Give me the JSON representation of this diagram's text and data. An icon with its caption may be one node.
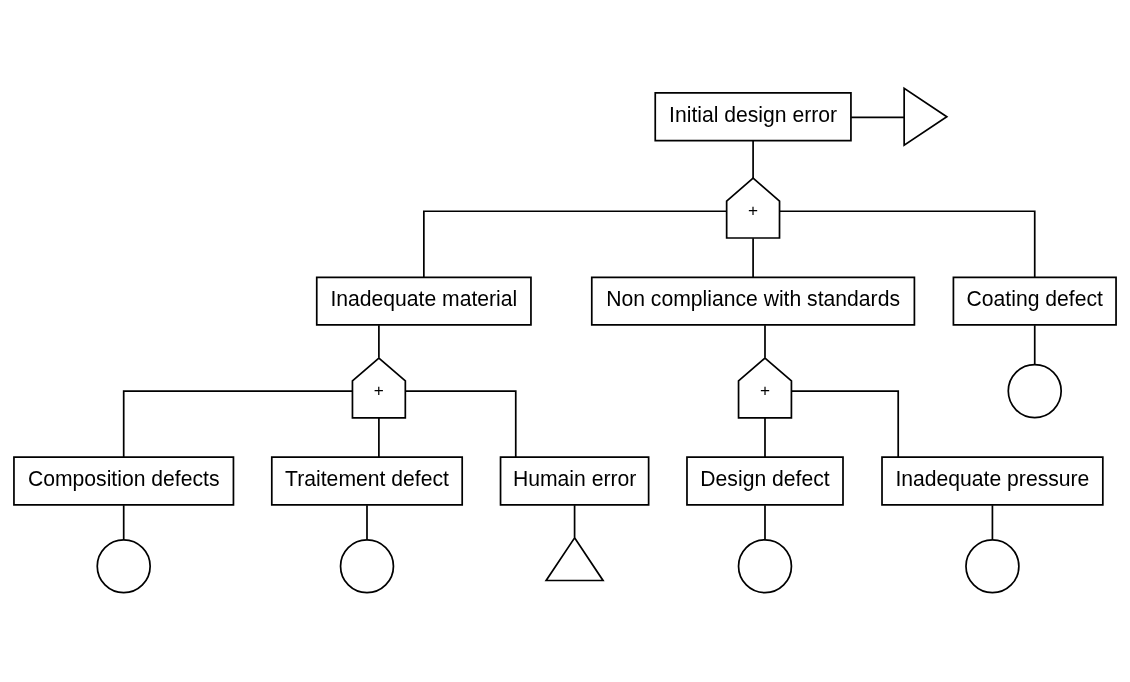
{
  "diagram": {
    "nodes": [
      {
        "text": [
          "Initial design error"
        ]
      },
      {
        "text": [],
        "shape": "triangle"
      },
      {
        "text": [
          "+"
        ]
      },
      {
        "text": [
          "Inadequate material"
        ]
      },
      {
        "text": [
          "Non compliance with standards"
        ]
      },
      {
        "text": [
          "Coating defect"
        ]
      },
      {
        "text": [],
        "shape": "circle"
      },
      {
        "text": [
          "+"
        ]
      },
      {
        "text": [
          "+"
        ]
      },
      {
        "text": [
          "Composition defects"
        ]
      },
      {
        "text": [
          "Traitement defect"
        ]
      },
      {
        "text": [
          "Humain error"
        ]
      },
      {
        "text": [
          "Design defect"
        ]
      },
      {
        "text": [
          "Inadequate pressure"
        ]
      },
      {
        "text": [],
        "shape": "circle"
      },
      {
        "text": [],
        "shape": "circle"
      },
      {
        "text": [],
        "shape": "triangle"
      },
      {
        "text": [],
        "shape": "circle"
      },
      {
        "text": [],
        "shape": "circle"
      }
    ],
    "edges": [
      {
        "from": 0,
        "to": 1,
        "arrow": "none"
      },
      {
        "from": 0,
        "to": 2,
        "arrow": "none"
      },
      {
        "from": 2,
        "to": 3,
        "arrow": "none"
      },
      {
        "from": 2,
        "to": 4,
        "arrow": "none"
      },
      {
        "from": 2,
        "to": 5,
        "arrow": "none"
      },
      {
        "from": 5,
        "to": 6,
        "arrow": "none"
      },
      {
        "from": 3,
        "to": 7,
        "arrow": "none"
      },
      {
        "from": 4,
        "to": 8,
        "arrow": "none"
      },
      {
        "from": 7,
        "to": 9,
        "arrow": "none"
      },
      {
        "from": 7,
        "to": 10,
        "arrow": "none"
      },
      {
        "from": 7,
        "to": 11,
        "arrow": "none"
      },
      {
        "from": 8,
        "to": 12,
        "arrow": "none"
      },
      {
        "from": 8,
        "to": 13,
        "arrow": "none"
      },
      {
        "from": 9,
        "to": 14,
        "arrow": "none"
      },
      {
        "from": 10,
        "to": 15,
        "arrow": "none"
      },
      {
        "from": 11,
        "to": 16,
        "arrow": "none"
      },
      {
        "from": 12,
        "to": 17,
        "arrow": "none"
      },
      {
        "from": 13,
        "to": 18,
        "arrow": "none"
      }
    ]
  }
}
